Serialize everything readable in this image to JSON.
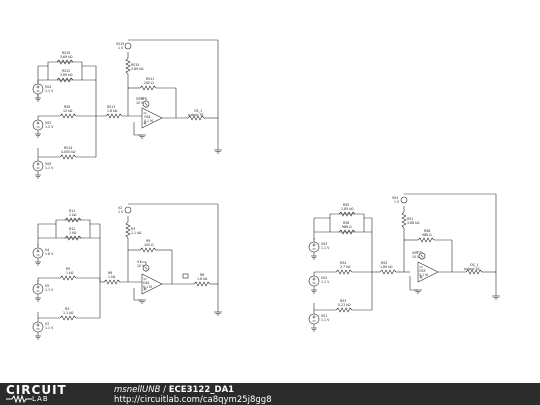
{
  "footer": {
    "logo_top": "CIRCUIT",
    "logo_bottom": "LAB",
    "author": "msnellUNB",
    "separator": "/",
    "circuit_name": "ECE3122_DA1",
    "url": "http://circuitlab.com/ca8qym25j8gg8"
  },
  "circuits": [
    {
      "sources": [
        {
          "name": "VS4",
          "value": "1.1 V"
        },
        {
          "name": "VS5",
          "value": "1.2 V"
        },
        {
          "name": "VS6",
          "value": "1.1 V"
        }
      ],
      "resistors": [
        {
          "name": "RS10",
          "value": "3.89 kΩ"
        },
        {
          "name": "RS12",
          "value": "3.89 kΩ"
        },
        {
          "name": "RS9",
          "value": "12 kΩ"
        },
        {
          "name": "RS13",
          "value": "1.8 kΩ"
        },
        {
          "name": "RS14",
          "value": "4.000 kΩ"
        },
        {
          "name": "RS11",
          "value": "200 Ω"
        },
        {
          "name": "RS15",
          "value": "3.89 kΩ"
        }
      ],
      "supply": {
        "name": "VS15",
        "value": "1 V"
      },
      "opamp": {
        "name": "OS4",
        "value": "0.1 M"
      },
      "probe": {
        "name": "VS16",
        "value": "10 V"
      },
      "output": {
        "name": "OS_1",
        "value": "output 35"
      }
    },
    {
      "sources": [
        {
          "name": "V4",
          "value": "1.8 V"
        },
        {
          "name": "V5",
          "value": "1.1 V"
        },
        {
          "name": "V3",
          "value": "1.1 V"
        }
      ],
      "resistors": [
        {
          "name": "R11",
          "value": "1 kΩ"
        },
        {
          "name": "R12",
          "value": "1 kΩ"
        },
        {
          "name": "R5",
          "value": "1 kΩ"
        },
        {
          "name": "R6",
          "value": "1 kΩ"
        },
        {
          "name": "R4",
          "value": "1.1 kΩ"
        },
        {
          "name": "R3",
          "value": "1.1 kΩ"
        },
        {
          "name": "R9",
          "value": "100 Ω"
        },
        {
          "name": "R7",
          "value": "1 kΩ"
        }
      ],
      "supply": {
        "name": "V2",
        "value": "1 V"
      },
      "opamp": {
        "name": "OA1",
        "value": "0.1 M"
      },
      "probe": {
        "name": "V1",
        "value": "10 V"
      },
      "output": {
        "name": "R8",
        "value": "1.8 kΩ"
      }
    },
    {
      "sources": [
        {
          "name": "VS3",
          "value": "1.1 V"
        },
        {
          "name": "VS2",
          "value": "1.1 V"
        },
        {
          "name": "VS1",
          "value": "1.1 V"
        }
      ],
      "resistors": [
        {
          "name": "RS5",
          "value": "1.85 kΩ"
        },
        {
          "name": "RS6",
          "value": "986 Ω"
        },
        {
          "name": "RS4",
          "value": "2.7 kΩ"
        },
        {
          "name": "RS3",
          "value": "5.21 kΩ"
        },
        {
          "name": "RS2",
          "value": "1.89 kΩ"
        },
        {
          "name": "RS1",
          "value": "3.86 kΩ"
        },
        {
          "name": "RS8",
          "value": "986 Ω"
        }
      ],
      "supply": {
        "name": "VS4",
        "value": "1 V"
      },
      "opamp": {
        "name": "OS3",
        "value": "0.1 M"
      },
      "probe": {
        "name": "VS5",
        "value": "10 V"
      },
      "output": {
        "name": "OS_1",
        "value": "output 35"
      }
    }
  ]
}
